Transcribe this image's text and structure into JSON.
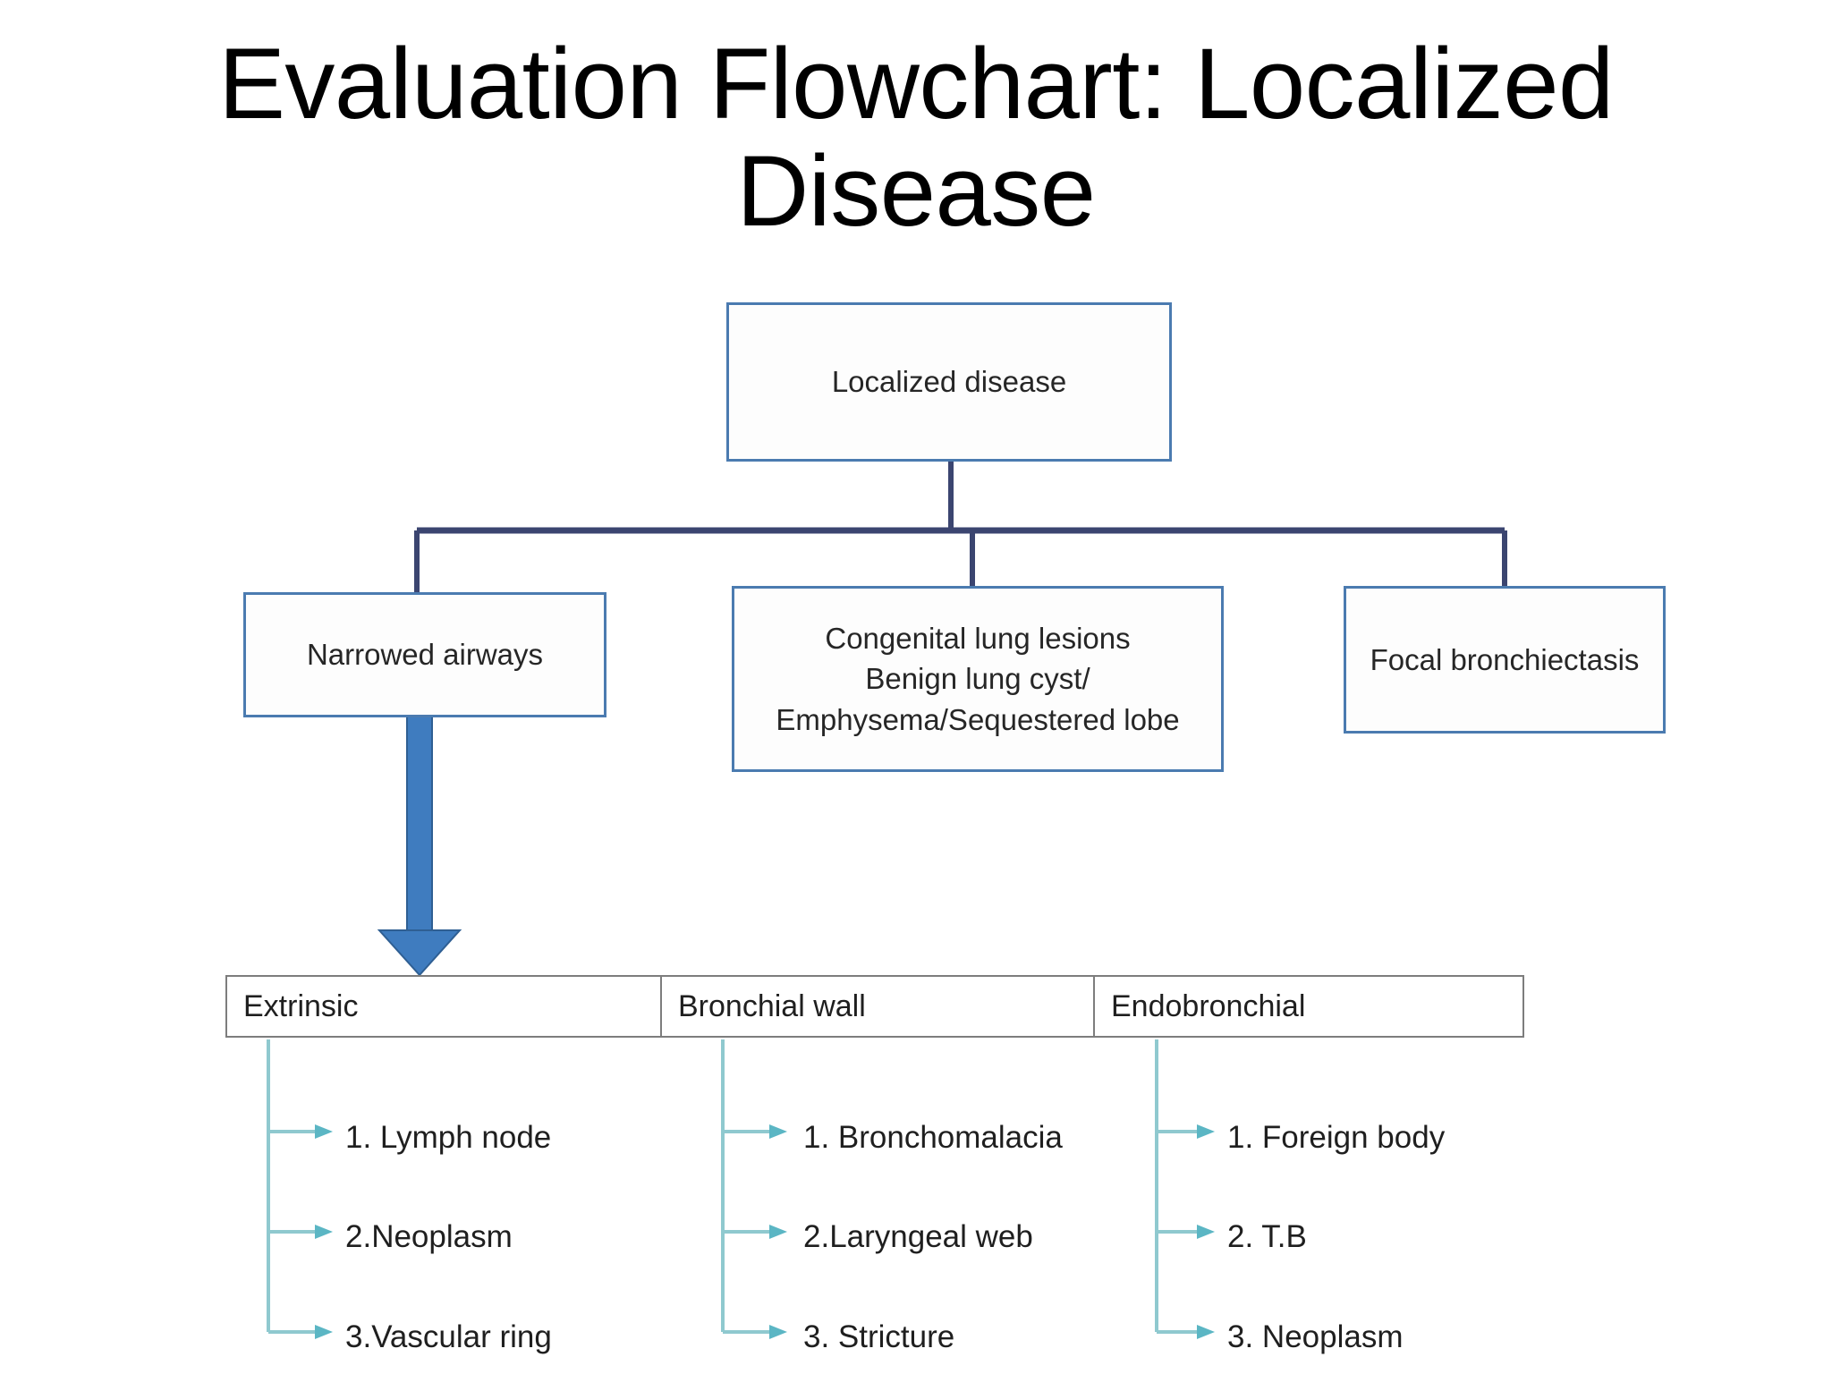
{
  "slide": {
    "title": "Evaluation Flowchart: Localized\nDisease"
  },
  "colors": {
    "box_border": "#4b7bb0",
    "connector_navy": "#3b4570",
    "connector_teal": "#8fc9cf",
    "arrow_blue": "#3f7cbf",
    "strip_border": "#7d7d7d",
    "text": "#1f1f1f",
    "background": "#ffffff"
  },
  "flowchart": {
    "root": {
      "label": "Localized disease"
    },
    "branches": [
      {
        "id": "narrowed-airways",
        "label": "Narrowed airways",
        "lines": [
          "Narrowed airways"
        ]
      },
      {
        "id": "congenital-lung-lesions",
        "label": "Congenital lung lesions",
        "lines": [
          "Congenital lung lesions",
          "Benign lung cyst/",
          "Emphysema/Sequestered lobe"
        ]
      },
      {
        "id": "focal-bronchiectasis",
        "label": "Focal bronchiectasis",
        "lines": [
          "Focal bronchiectasis"
        ]
      }
    ],
    "categories": [
      {
        "id": "extrinsic",
        "header": "Extrinsic",
        "items": [
          "1.  Lymph node",
          "2.Neoplasm",
          "3.Vascular ring"
        ]
      },
      {
        "id": "bronchial-wall",
        "header": "Bronchial wall",
        "items": [
          "1. Bronchomalacia",
          "2.Laryngeal web",
          "3. Stricture"
        ]
      },
      {
        "id": "endobronchial",
        "header": "Endobronchial",
        "items": [
          "1. Foreign body",
          "2. T.B",
          "3.  Neoplasm"
        ]
      }
    ]
  }
}
